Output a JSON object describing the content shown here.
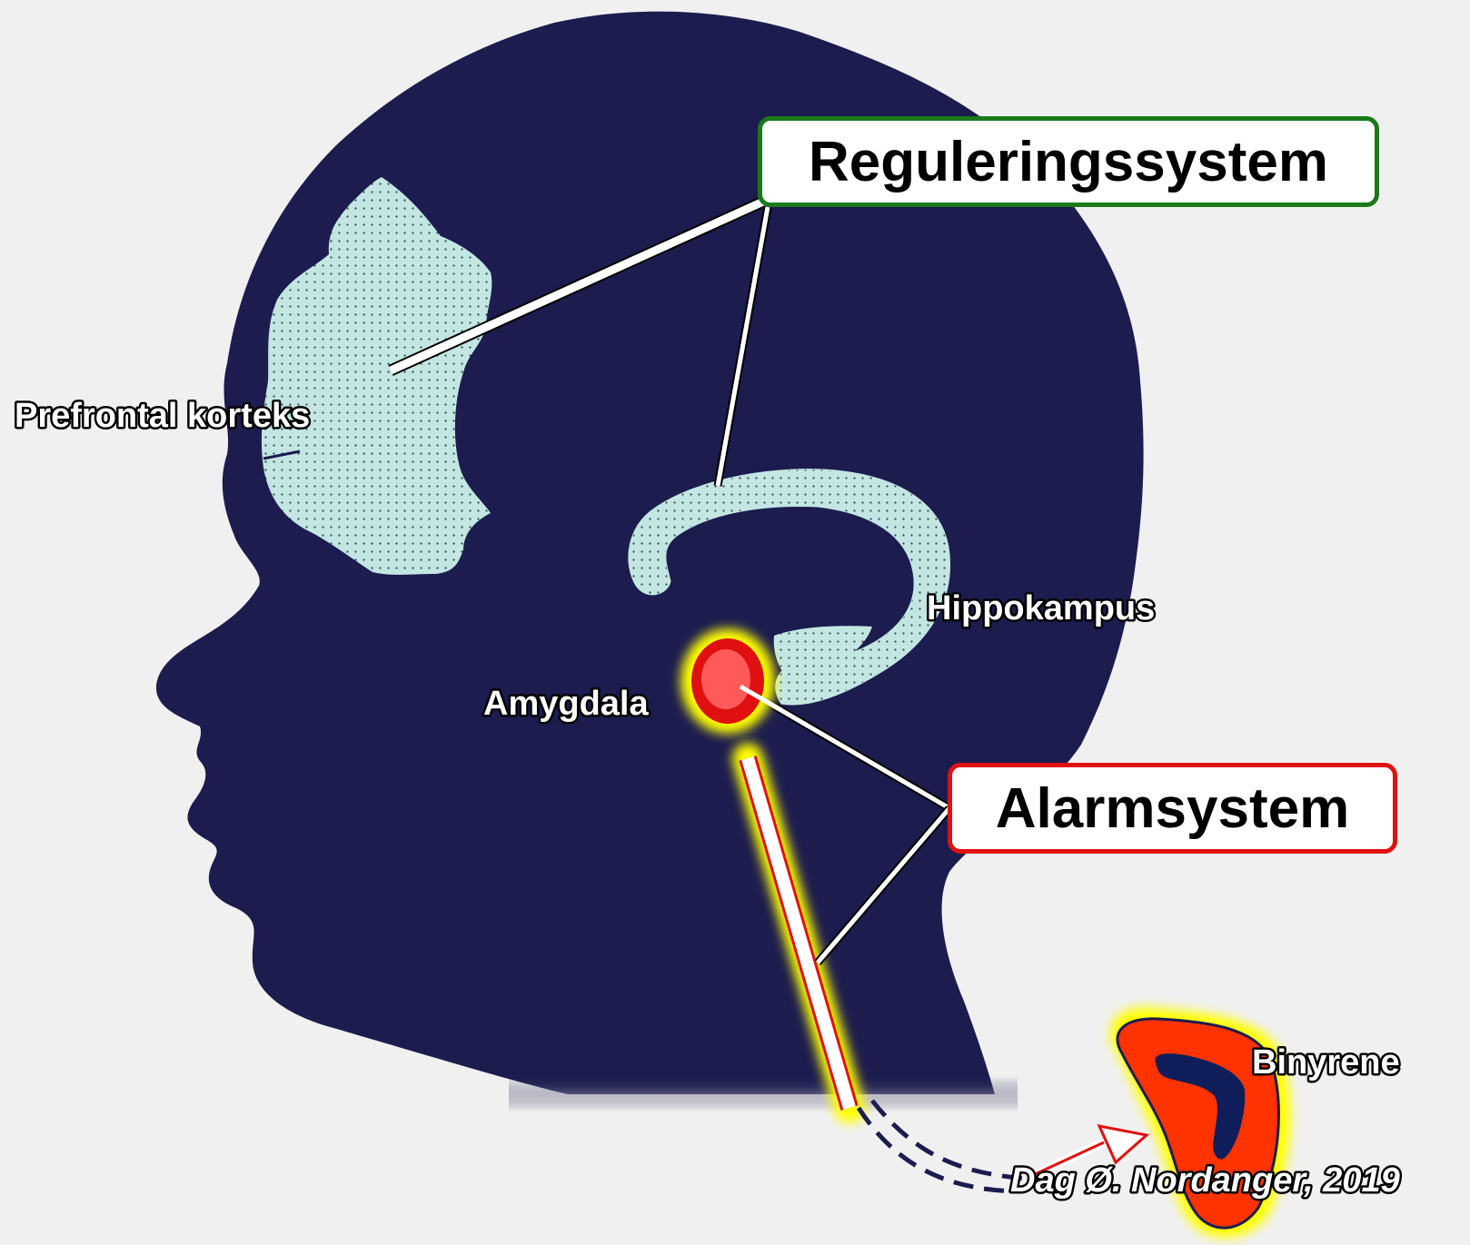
{
  "labels": {
    "regulation_system": "Reguleringssystem",
    "alarm_system": "Alarmsystem",
    "prefrontal_cortex": "Prefrontal korteks",
    "hippocampus": "Hippokampus",
    "amygdala": "Amygdala",
    "adrenal_glands": "Binyrene",
    "credit": "Dag Ø. Nordanger, 2019"
  },
  "colors": {
    "head": "#1c1c4e",
    "brain_region": "#c4e6e3",
    "amygdala": "#ff5a5a",
    "alarm_red": "#e01010",
    "regulation_green": "#1a7a1a",
    "glow_yellow": "#ffff00",
    "adrenal_orange": "#ff3300"
  }
}
